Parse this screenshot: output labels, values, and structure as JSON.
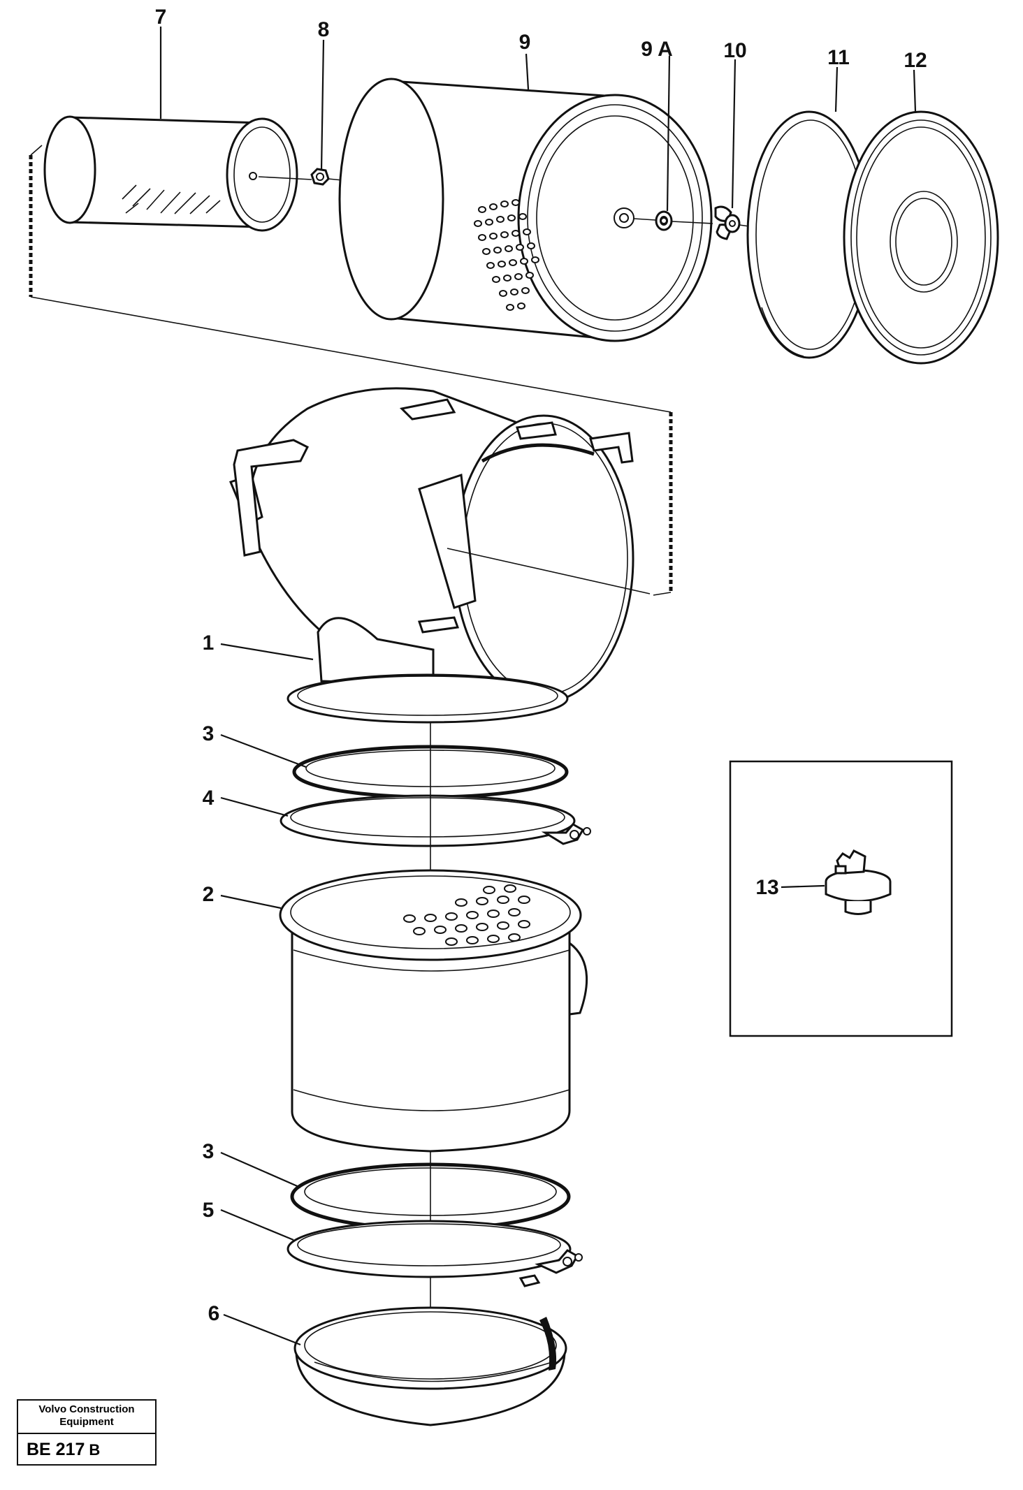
{
  "callouts": {
    "c7": "7",
    "c8": "8",
    "c9": "9",
    "c9a": "9 A",
    "c10": "10",
    "c11": "11",
    "c12": "12",
    "c1": "1",
    "c3a": "3",
    "c4": "4",
    "c2": "2",
    "c3b": "3",
    "c5": "5",
    "c6": "6",
    "c13": "13"
  },
  "title_block": {
    "org_line1": "Volvo Construction",
    "org_line2": "Equipment",
    "code": "BE 217",
    "code_suffix": "B"
  }
}
